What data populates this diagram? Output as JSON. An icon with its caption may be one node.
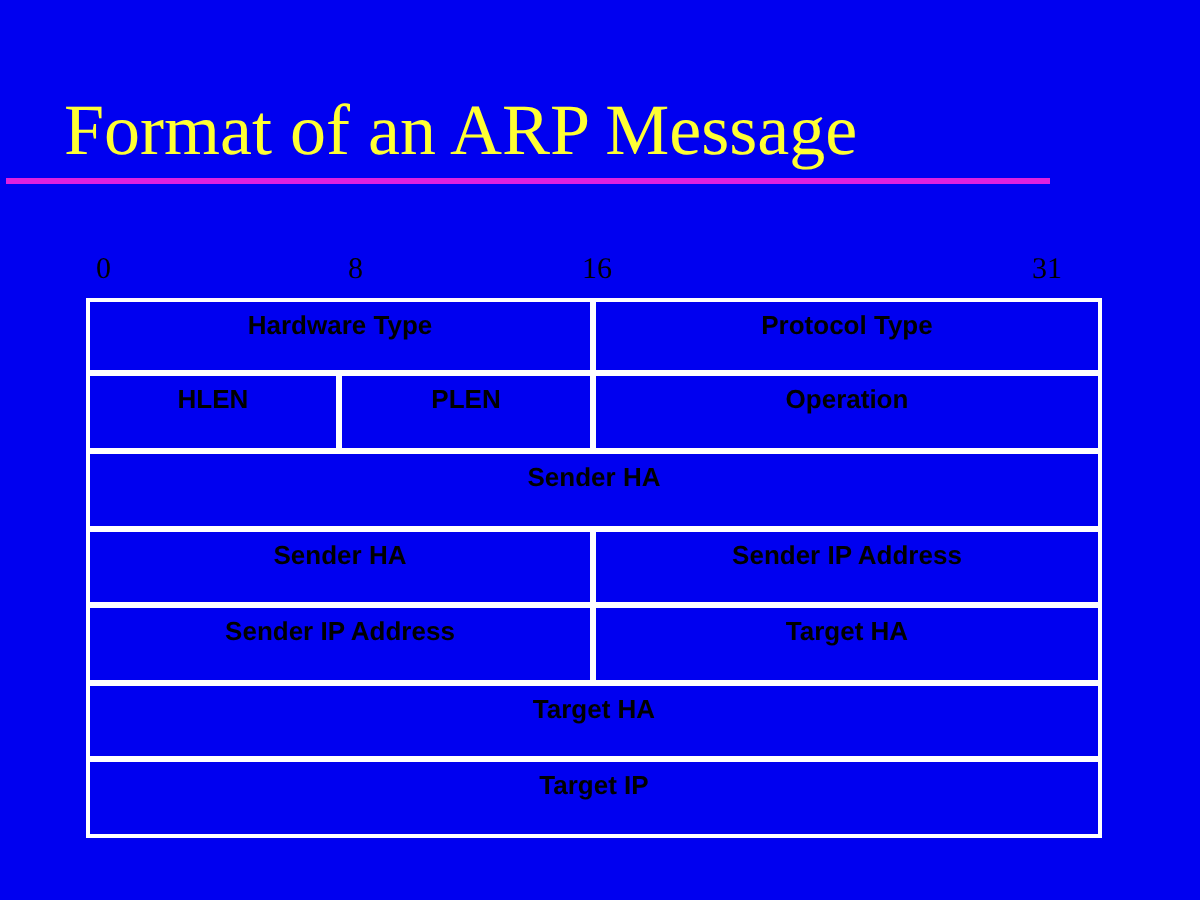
{
  "diagram": {
    "title": "Format of an ARP Message",
    "labels": [
      "0",
      "8",
      "16",
      "31",
      "Hardware Type",
      "Protocol Type",
      "HLEN",
      "PLEN",
      "Operation",
      "Sender HA",
      "Sender HA",
      "Sender IP Address",
      "Sender IP Address",
      "Target HA",
      "Target HA",
      "Target IP"
    ]
  }
}
